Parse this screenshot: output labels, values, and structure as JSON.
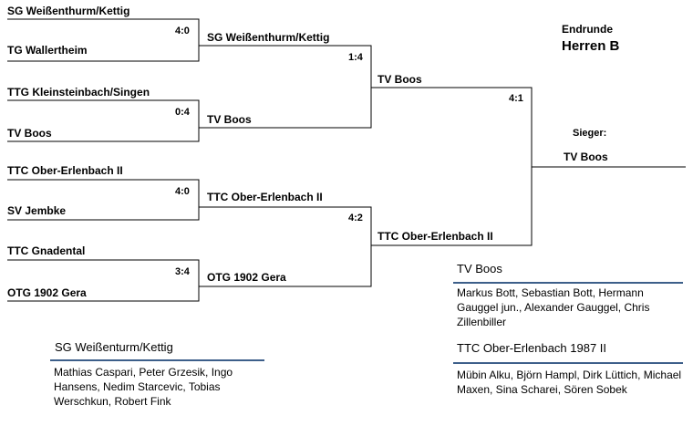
{
  "title": {
    "line1": "Endrunde",
    "line2": "Herren B"
  },
  "round1": [
    {
      "team_a": "SG Weißenthurm/Kettig",
      "team_b": "TG Wallertheim",
      "score": "4:0",
      "winner": "SG Weißenthurm/Kettig"
    },
    {
      "team_a": "TTG Kleinsteinbach/Singen",
      "team_b": "TV Boos",
      "score": "0:4",
      "winner": "TV Boos"
    },
    {
      "team_a": "TTC Ober-Erlenbach II",
      "team_b": "SV Jembke",
      "score": "4:0",
      "winner": "TTC Ober-Erlenbach II"
    },
    {
      "team_a": "TTC Gnadental",
      "team_b": "OTG 1902 Gera",
      "score": "3:4",
      "winner": "OTG 1902 Gera"
    }
  ],
  "round2": [
    {
      "score": "1:4",
      "winner": "TV Boos"
    },
    {
      "score": "4:2",
      "winner": "TTC Ober-Erlenbach II"
    }
  ],
  "final": {
    "score": "4:1",
    "winner_label": "Sieger:",
    "winner": "TV Boos"
  },
  "rosters": [
    {
      "team": "SG Weißenturm/Kettig",
      "members": "Mathias Caspari, Peter Grzesik, Ingo Hansens, Nedim Starcevic, Tobias Werschkun, Robert Fink"
    },
    {
      "team": "TV Boos",
      "members": "Markus Bott, Sebastian Bott, Hermann Gauggel jun., Alexander Gauggel, Chris Zillenbiller"
    },
    {
      "team": "TTC Ober-Erlenbach 1987 II",
      "members": "Mübin Alku, Björn Hampl, Dirk Lüttich, Michael Maxen, Sina Scharei, Sören Sobek"
    }
  ],
  "colors": {
    "line": "#000000",
    "roster_rule": "#3d5f8a"
  }
}
